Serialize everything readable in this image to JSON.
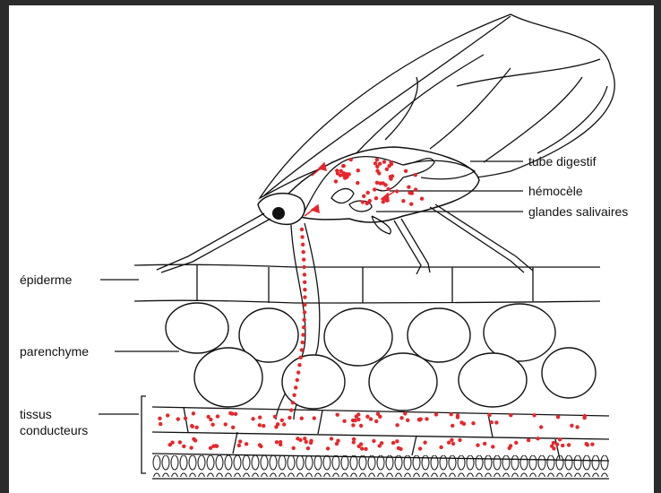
{
  "labels": {
    "tube_digestif": "tube digestif",
    "hemocele": "hémocèle",
    "glandes_salivaires": "glandes salivaires",
    "epiderme": "épiderme",
    "parenchyme": "parenchyme",
    "tissus_line1": "tissus",
    "tissus_line2": "conducteurs"
  },
  "colors": {
    "background": "#ffffff",
    "frame": "#2b2b2b",
    "ink": "#111111",
    "sap_dots": "#e8262a"
  },
  "icons": {
    "insect": "aphid-icon",
    "eye": "eye-icon"
  }
}
